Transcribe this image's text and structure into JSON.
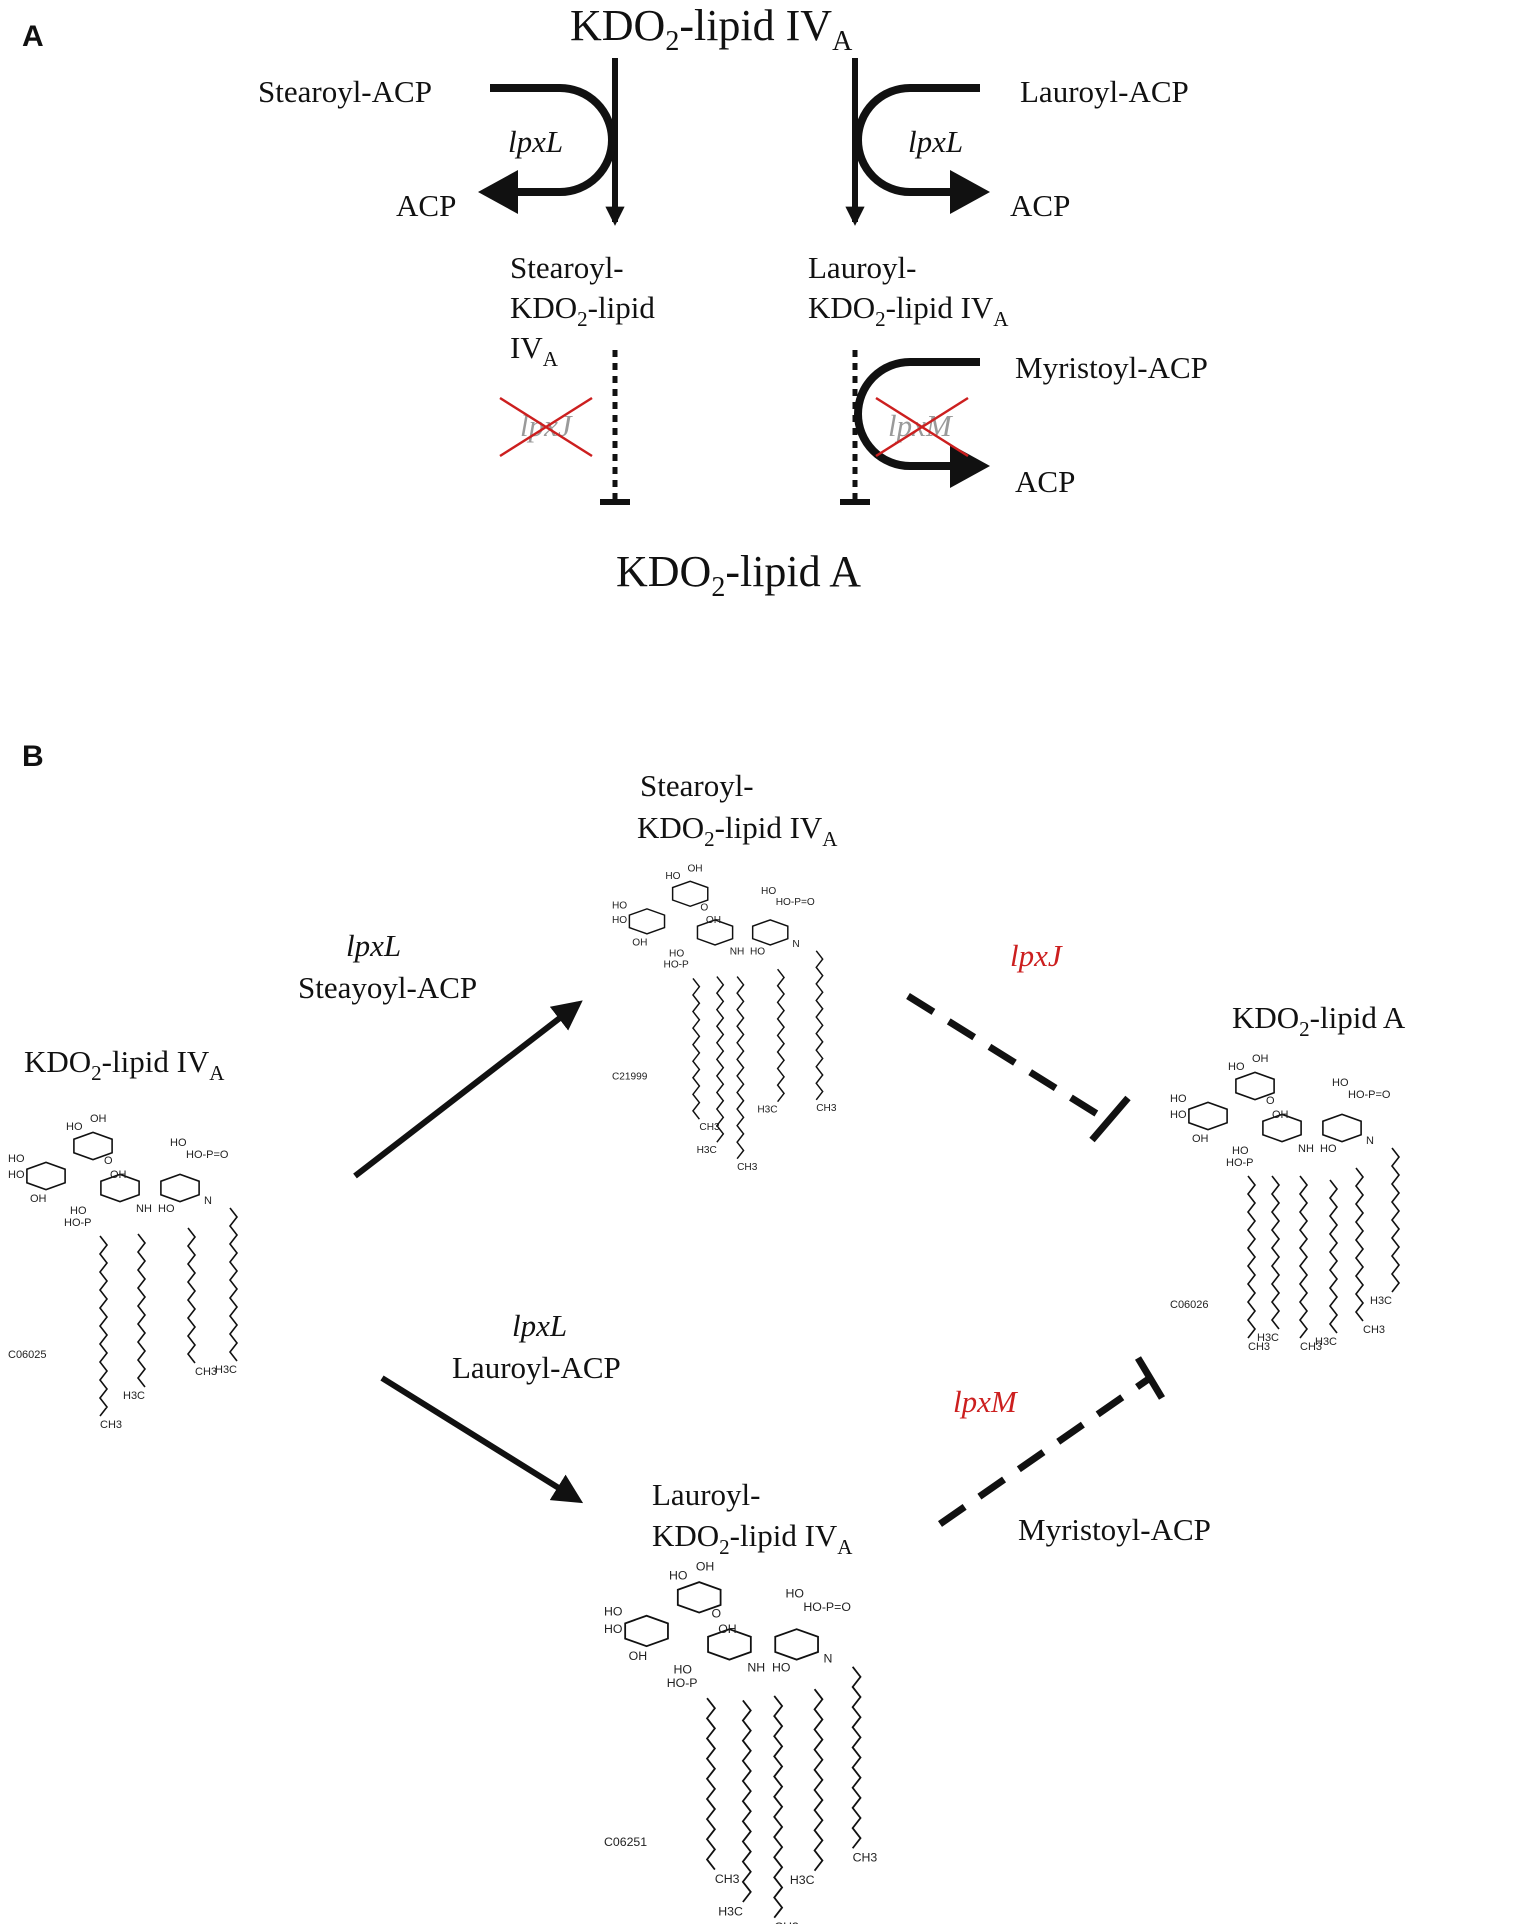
{
  "panel_a": {
    "label": "A",
    "top_substrate": "KDO",
    "top_substrate_sub": "2",
    "top_substrate_rest": "-lipid IV",
    "top_substrate_sub2": "A",
    "left_donor": "Stearoyl-ACP",
    "right_donor": "Lauroyl-ACP",
    "left_enzyme": "lpxL",
    "right_enzyme": "lpxL",
    "left_byproduct": "ACP",
    "right_byproduct": "ACP",
    "left_product_line1": "Stearoyl-",
    "left_product_line2a": "KDO",
    "left_product_line2sub": "2",
    "left_product_line2b": "-lipid",
    "left_product_line3": "IV",
    "left_product_line3sub": "A",
    "right_product_line1": "Lauroyl-",
    "right_product_line2a": "KDO",
    "right_product_line2sub": "2",
    "right_product_line2b": "-lipid IV",
    "right_product_line2sub2": "A",
    "second_donor": "Myristoyl-ACP",
    "second_byproduct": "ACP",
    "blocked_left_enzyme": "lpxJ",
    "blocked_right_enzyme": "lpxM",
    "final_product": "KDO",
    "final_product_sub": "2",
    "final_product_rest": "-lipid A"
  },
  "panel_b": {
    "label": "B",
    "substrate": "KDO",
    "substrate_sub": "2",
    "substrate_rest": "-lipid IV",
    "substrate_sub2": "A",
    "upper_enzyme": "lpxL",
    "upper_donor": "Steayoyl-ACP",
    "lower_enzyme": "lpxL",
    "lower_donor": "Lauroyl-ACP",
    "upper_product_line1": "Stearoyl-",
    "upper_product_line2a": "KDO",
    "upper_product_line2sub": "2",
    "upper_product_line2b": "-lipid IV",
    "upper_product_line2sub2": "A",
    "lower_product_line1": "Lauroyl-",
    "lower_product_line2a": "KDO",
    "lower_product_line2sub": "2",
    "lower_product_line2b": "-lipid IV",
    "lower_product_line2sub2": "A",
    "upper_block_enzyme": "lpxJ",
    "lower_block_enzyme": "lpxM",
    "lower_block_donor": "Myristoyl-ACP",
    "final": "KDO",
    "final_sub": "2",
    "final_rest": "-lipid A",
    "compound_ids": {
      "substrate": "C06025",
      "upper": "C21999",
      "lower": "C06251",
      "final": "C06026"
    },
    "atom_labels": {
      "ho": "HO",
      "oh": "OH",
      "o": "O",
      "p": "P",
      "nh": "NH",
      "n": "N",
      "ch3": "CH3",
      "h3c": "H3C",
      "ho_p_o": "HO-P=O",
      "ho_p": "HO-P"
    }
  }
}
